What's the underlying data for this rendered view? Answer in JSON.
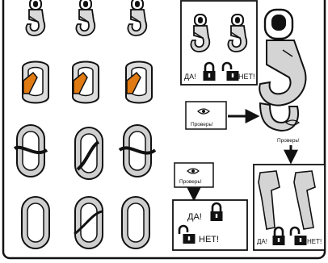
{
  "frame": {
    "border_color": "#111111",
    "accent_color": "#e07a12",
    "background": "#ffffff"
  },
  "top_panel": {
    "yes_label": "ДА!",
    "no_label": "НЕТ!"
  },
  "check_labels": {
    "left": "Проверь!",
    "right": "Проверь!",
    "bottom": "Проверь!"
  },
  "middle_panel": {
    "yes_label": "ДА!",
    "no_label": "НЕТ!"
  },
  "bottom_right_panel": {
    "yes_label": "ДА!",
    "no_label": "НЕТ!"
  },
  "icons": [
    "snap-hook-icon",
    "carabiner-icon",
    "padlock-icon",
    "open-padlock-icon",
    "eye-icon",
    "hand-icon",
    "arrow-icon"
  ]
}
